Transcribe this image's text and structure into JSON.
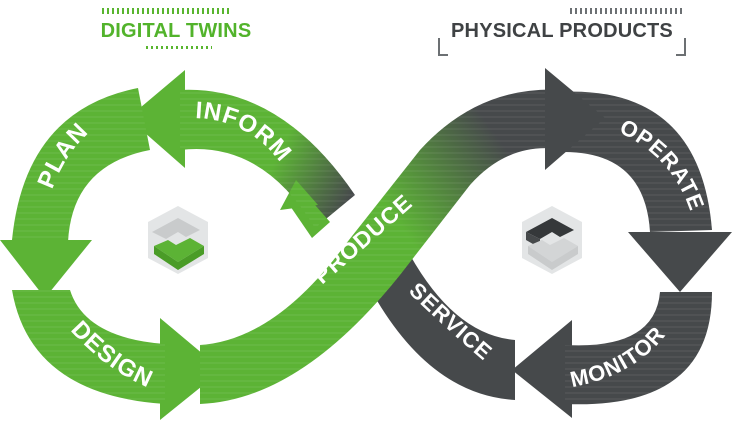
{
  "headers": {
    "left": "DIGITAL TWINS",
    "right": "PHYSICAL PRODUCTS"
  },
  "stages": {
    "inform": "INFORM",
    "plan": "PLAN",
    "design": "DESIGN",
    "produce": "PRODUCE",
    "operate": "OPERATE",
    "monitor": "MONITOR",
    "service": "SERVICE"
  },
  "colors": {
    "green": "#5cb335",
    "green_dark": "#4a9c27",
    "gray": "#46494b",
    "gray_dark": "#35383a",
    "logo_gray_light": "#c9cbcc"
  },
  "icons": {
    "left_logo": "hexagon-logo-green",
    "right_logo": "hexagon-logo-gray"
  }
}
